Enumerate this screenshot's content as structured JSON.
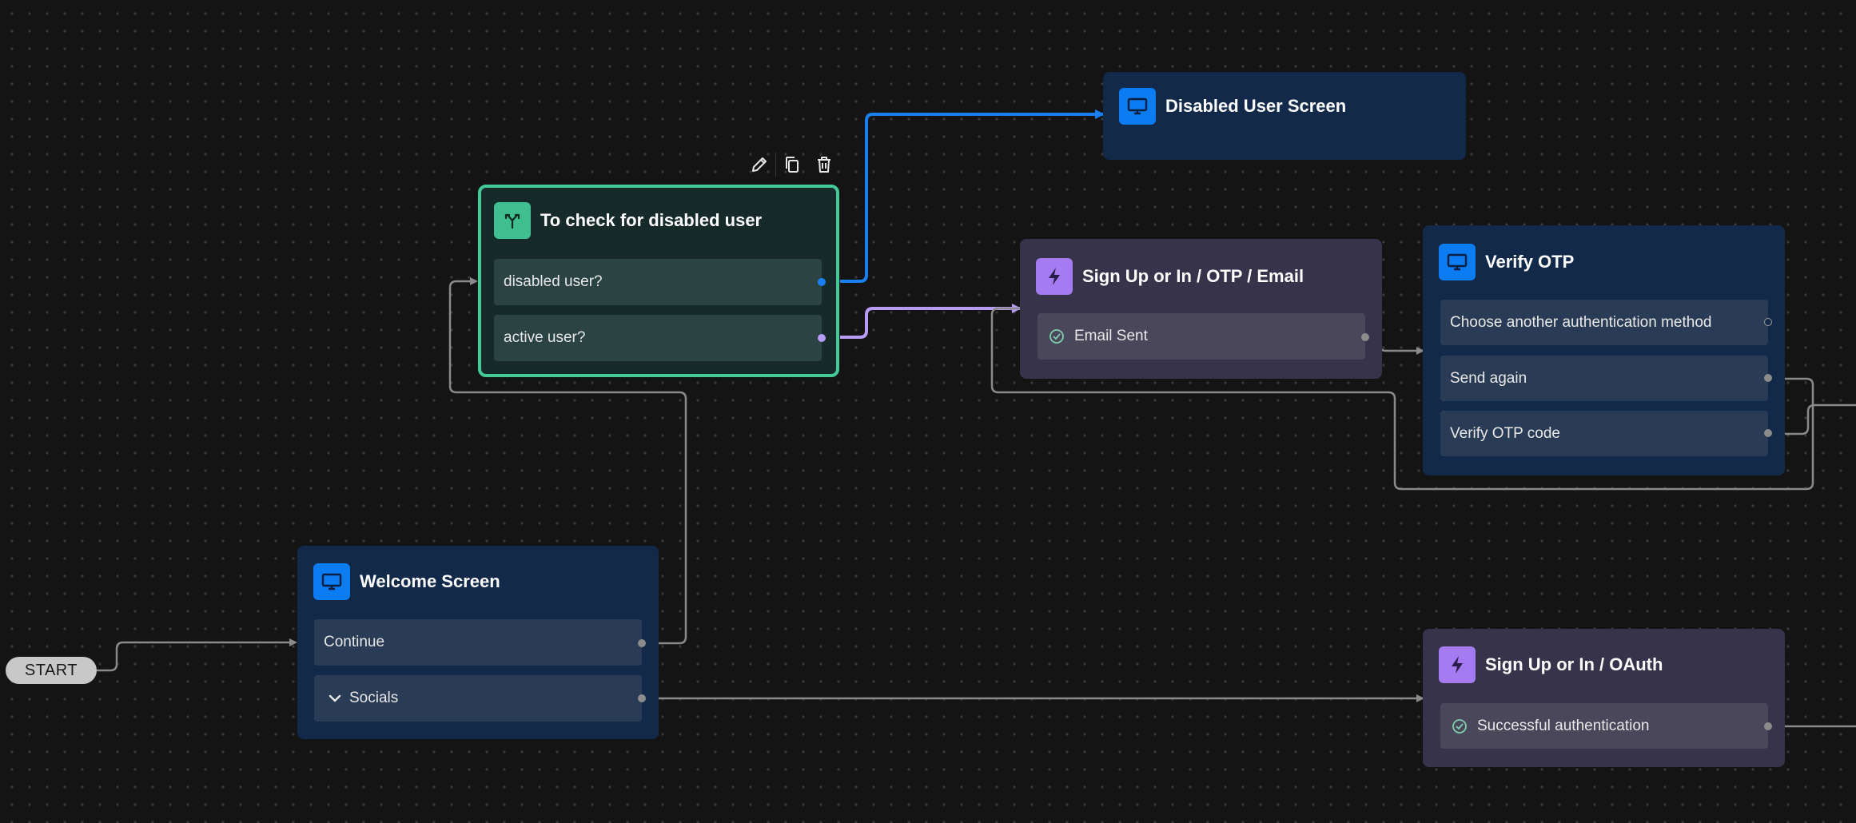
{
  "start": {
    "label": "START"
  },
  "toolbar": {
    "edit_icon": "pencil-icon",
    "copy_icon": "copy-icon",
    "delete_icon": "trash-icon"
  },
  "colors": {
    "canvas": "#141414",
    "screen_node": "#12294a",
    "action_node": "#37334a",
    "condition_border": "#45c997",
    "wire_default": "#8a8a8a",
    "wire_blue": "#1a7ff0",
    "wire_purple": "#b79cf5"
  },
  "nodes": {
    "condition": {
      "title": "To check for disabled user",
      "icon": "split-icon",
      "rows": [
        "disabled user?",
        "active user?"
      ]
    },
    "disabled_screen": {
      "title": "Disabled User Screen",
      "icon": "monitor-icon"
    },
    "otp_email": {
      "title": "Sign Up or In / OTP / Email",
      "icon": "lightning-icon",
      "rows": [
        "Email Sent"
      ],
      "row_icon": "check-circle-icon"
    },
    "verify_otp": {
      "title": "Verify OTP",
      "icon": "monitor-icon",
      "rows": [
        "Choose another authentication method",
        "Send again",
        "Verify OTP code"
      ]
    },
    "welcome": {
      "title": "Welcome Screen",
      "icon": "monitor-icon",
      "rows": [
        "Continue",
        "Socials"
      ],
      "socials_icon": "chevron-down-icon"
    },
    "oauth": {
      "title": "Sign Up or In / OAuth",
      "icon": "lightning-icon",
      "rows": [
        "Successful authentication"
      ],
      "row_icon": "check-circle-icon"
    }
  }
}
